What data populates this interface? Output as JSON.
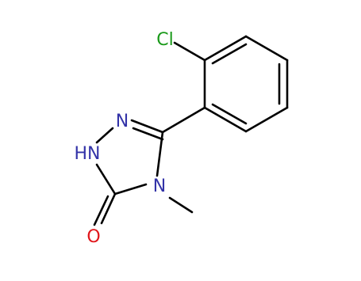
{
  "molecule": {
    "atom_labels": {
      "chlorine": "Cl",
      "n2": "N",
      "n1h": "HN",
      "n4": "N",
      "oxygen": "O"
    },
    "colors": {
      "bond": "#000000",
      "nitrogen": "#3333a8",
      "chlorine": "#1a9a1a",
      "oxygen": "#e0161b",
      "background": "#ffffff"
    }
  }
}
